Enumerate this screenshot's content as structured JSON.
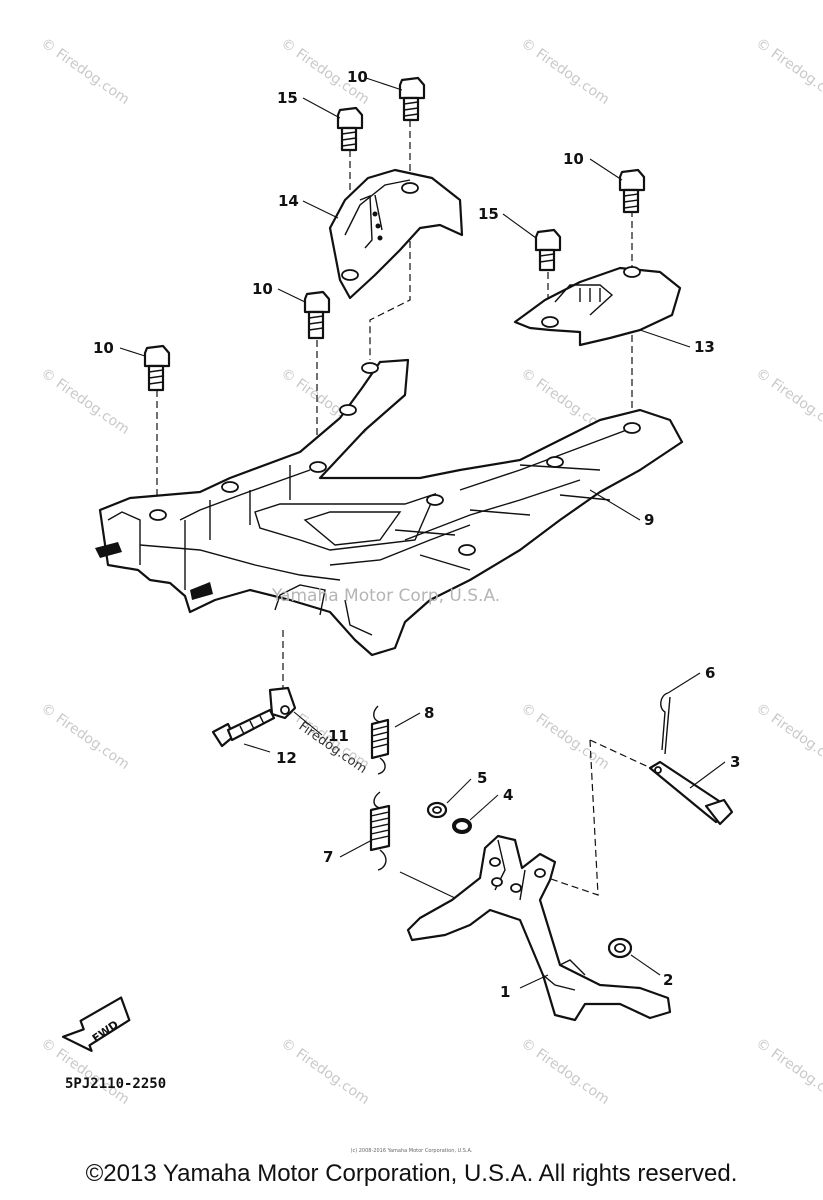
{
  "callouts": [
    {
      "id": "c1",
      "label": "1"
    },
    {
      "id": "c2",
      "label": "2"
    },
    {
      "id": "c3",
      "label": "3"
    },
    {
      "id": "c4",
      "label": "4"
    },
    {
      "id": "c5",
      "label": "5"
    },
    {
      "id": "c6",
      "label": "6"
    },
    {
      "id": "c7",
      "label": "7"
    },
    {
      "id": "c8",
      "label": "8"
    },
    {
      "id": "c9",
      "label": "9"
    },
    {
      "id": "c10a",
      "label": "10"
    },
    {
      "id": "c10b",
      "label": "10"
    },
    {
      "id": "c10c",
      "label": "10"
    },
    {
      "id": "c10d",
      "label": "10"
    },
    {
      "id": "c11",
      "label": "11"
    },
    {
      "id": "c12",
      "label": "12"
    },
    {
      "id": "c13",
      "label": "13"
    },
    {
      "id": "c14",
      "label": "14"
    },
    {
      "id": "c15a",
      "label": "15"
    },
    {
      "id": "c15b",
      "label": "15"
    }
  ],
  "watermark": "© Firedog.com",
  "center_watermark": "Yamaha Motor Corp, U.S.A.",
  "inline_watermark": "Firedog.com",
  "fwd_label": "FWD",
  "diagram_code": "5PJ2110-2250",
  "tiny_note": "(c) 2008-2016 Yamaha Motor Corporation, U.S.A.",
  "copyright": "©2013 Yamaha Motor Corporation, U.S.A. All rights reserved."
}
